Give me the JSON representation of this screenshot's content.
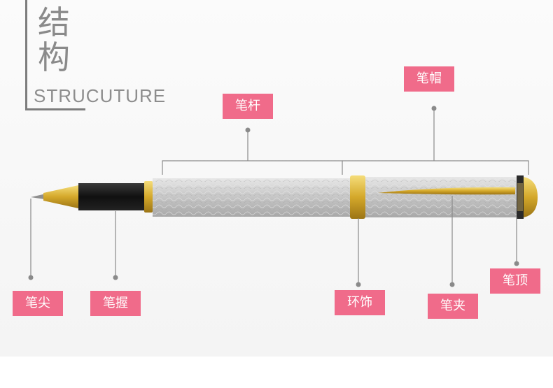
{
  "header": {
    "title_line1": "结",
    "title_line2": "构",
    "subtitle": "STRUCUTURE"
  },
  "labels": {
    "nib": "笔尖",
    "grip": "笔握",
    "barrel": "笔杆",
    "cap": "笔帽",
    "ring": "环饰",
    "clip": "笔夹",
    "top": "笔顶"
  },
  "colors": {
    "tag_bg": "#f06b8a",
    "tag_text": "#ffffff",
    "title": "#8a8a8a",
    "leader": "#8a8a8a",
    "gold": "#d4a82a",
    "silver": "#c9c9c9"
  }
}
